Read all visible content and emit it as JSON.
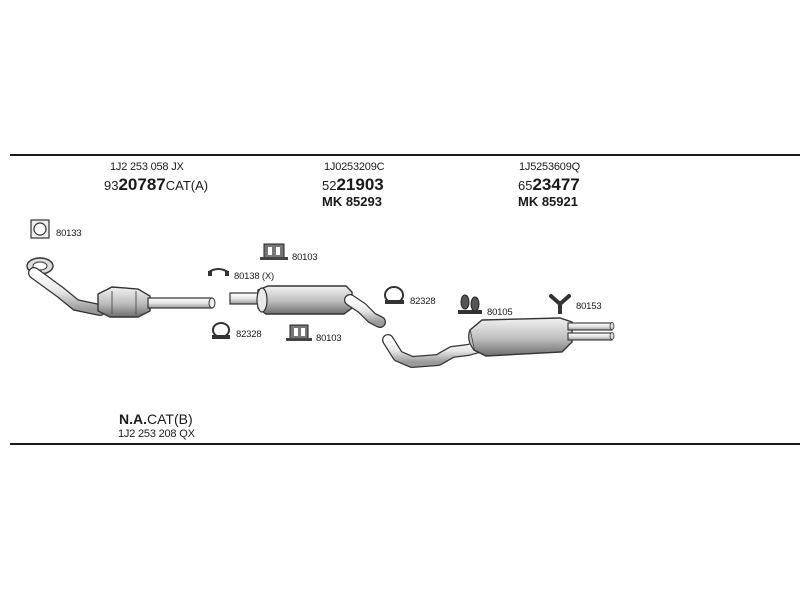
{
  "top_columns": [
    {
      "part_no": "1J2 253 058 JX",
      "code_prefix": "93",
      "code_main": "20787",
      "code_suffix": "CAT(A)",
      "mk": ""
    },
    {
      "part_no": "1J0253209C",
      "code_prefix": "52",
      "code_main": "21903",
      "code_suffix": "",
      "mk": "MK 85293"
    },
    {
      "part_no": "1J5253609Q",
      "code_prefix": "65",
      "code_main": "23477",
      "code_suffix": "",
      "mk": "MK 85921"
    }
  ],
  "parts": {
    "p80133": "80133",
    "p80103a": "80103",
    "p80138": "80138 (X)",
    "p82328a": "82328",
    "p80103b": "80103",
    "p82328b": "82328",
    "p80105": "80105",
    "p80153": "80153"
  },
  "bottom": {
    "code_main": "N.A.",
    "code_suffix": "CAT(B)",
    "part_no": "1J2 253 208 QX"
  }
}
